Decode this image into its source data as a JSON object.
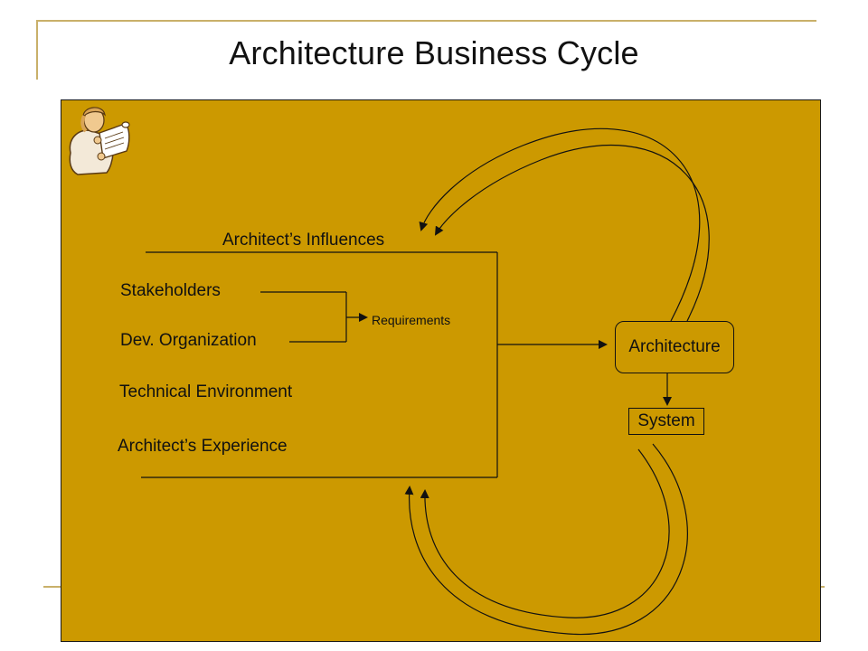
{
  "title": "Architecture Business Cycle",
  "diagram": {
    "influences_label": "Architect’s Influences",
    "influences": [
      "Stakeholders",
      "Dev. Organization",
      "Technical Environment",
      "Architect’s Experience"
    ],
    "requirements_label": "Requirements",
    "architect_icon": "architect-holding-blueprint",
    "architecture_label": "Architecture",
    "system_label": "System"
  },
  "colors": {
    "panel_background": "#cc9900",
    "decor_lines": "#c9b06a",
    "text": "#111111"
  }
}
